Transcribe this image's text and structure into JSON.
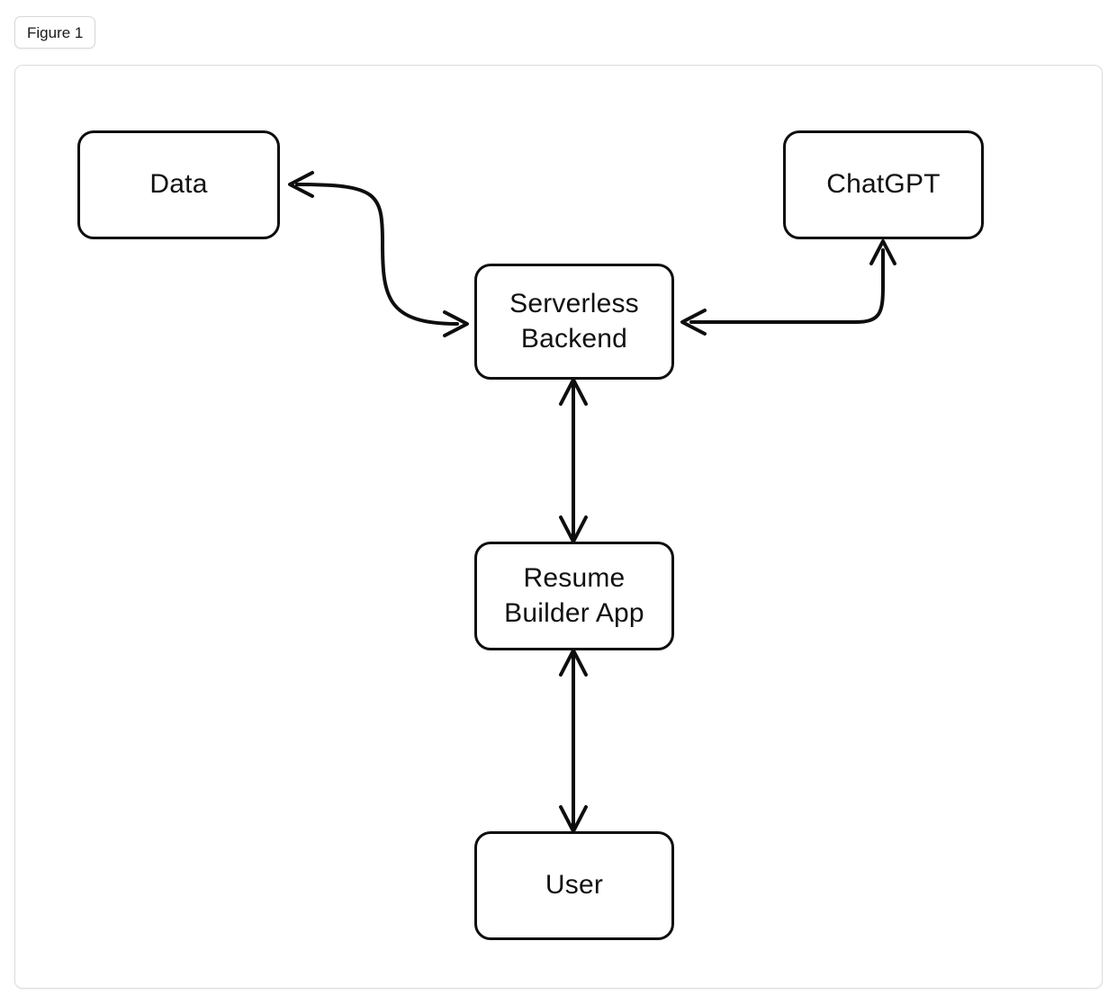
{
  "figure": {
    "tab_label": "Figure 1",
    "frame_border_color": "#dcdcdc",
    "background_color": "#ffffff"
  },
  "diagram": {
    "type": "flowchart",
    "stroke_color": "#0e0e0e",
    "node_fill_color": "#ffffff",
    "nodes": [
      {
        "id": "data",
        "label": "Data",
        "shape": "rounded-rectangle"
      },
      {
        "id": "chatgpt",
        "label": "ChatGPT",
        "shape": "rounded-rectangle"
      },
      {
        "id": "backend",
        "label": "Serverless\nBackend",
        "shape": "rounded-rectangle"
      },
      {
        "id": "resume-app",
        "label": "Resume\nBuilder App",
        "shape": "rounded-rectangle"
      },
      {
        "id": "user",
        "label": "User",
        "shape": "rounded-rectangle"
      }
    ],
    "edges": [
      {
        "id": "edge-backend-data",
        "from": "backend",
        "to": "data",
        "direction": "bidirectional",
        "style": "curved-s"
      },
      {
        "id": "edge-backend-chatgpt",
        "from": "backend",
        "to": "chatgpt",
        "direction": "bidirectional",
        "style": "elbow"
      },
      {
        "id": "edge-backend-resume-app",
        "from": "backend",
        "to": "resume-app",
        "direction": "bidirectional",
        "style": "straight-vertical"
      },
      {
        "id": "edge-resume-app-user",
        "from": "resume-app",
        "to": "user",
        "direction": "bidirectional",
        "style": "straight-vertical"
      }
    ]
  }
}
